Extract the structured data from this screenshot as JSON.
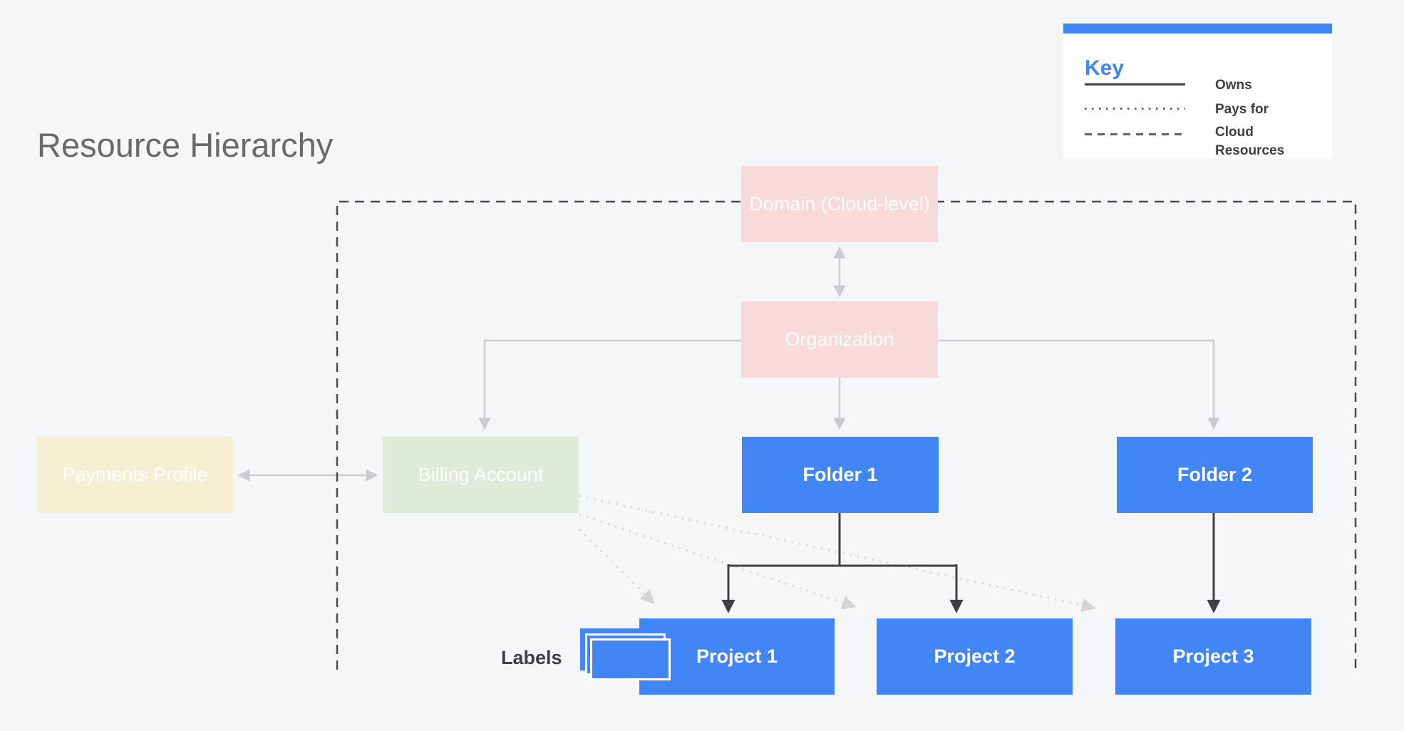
{
  "title": "Resource Hierarchy",
  "key": {
    "heading": "Key",
    "items": [
      {
        "line_style": "solid",
        "label": "Owns"
      },
      {
        "line_style": "dotted",
        "label": "Pays for"
      },
      {
        "line_style": "dashed",
        "label": "Cloud Resources"
      }
    ]
  },
  "nodes": [
    {
      "id": "domain",
      "label": "Domain (Cloud-level)",
      "color_role": "pink"
    },
    {
      "id": "organization",
      "label": "Organization",
      "color_role": "pink"
    },
    {
      "id": "payments-profile",
      "label": "Payments Profile",
      "color_role": "cream"
    },
    {
      "id": "billing-account",
      "label": "Billing Account",
      "color_role": "green"
    },
    {
      "id": "folder-1",
      "label": "Folder 1",
      "color_role": "blue"
    },
    {
      "id": "folder-2",
      "label": "Folder 2",
      "color_role": "blue"
    },
    {
      "id": "project-1",
      "label": "Project 1",
      "color_role": "blue"
    },
    {
      "id": "project-2",
      "label": "Project 2",
      "color_role": "blue"
    },
    {
      "id": "project-3",
      "label": "Project 3",
      "color_role": "blue"
    }
  ],
  "annotations": {
    "labels_caption": "Labels"
  },
  "relationships": {
    "owns": [
      [
        "domain",
        "organization"
      ],
      [
        "organization",
        "billing-account"
      ],
      [
        "organization",
        "folder-1"
      ],
      [
        "organization",
        "folder-2"
      ],
      [
        "payments-profile",
        "billing-account"
      ],
      [
        "folder-1",
        "project-1"
      ],
      [
        "folder-1",
        "project-2"
      ],
      [
        "folder-2",
        "project-3"
      ]
    ],
    "pays_for": [
      [
        "billing-account",
        "project-1"
      ],
      [
        "billing-account",
        "project-2"
      ],
      [
        "billing-account",
        "project-3"
      ]
    ],
    "cloud_resources_boundary_contains": [
      "domain",
      "organization",
      "billing-account",
      "folder-1",
      "folder-2",
      "project-1",
      "project-2",
      "project-3"
    ]
  },
  "colors": {
    "background": "#f4f6f8",
    "accent_blue": "#4285f4",
    "node_blue": "#4285f4",
    "node_pink": "#f8dada",
    "node_green": "#dfead9",
    "node_cream": "#f7efd3",
    "dark_line": "#3f4245",
    "light_line": "#ccced1",
    "dotted_line": "#d8dadc",
    "title_gray": "#696a6c"
  }
}
